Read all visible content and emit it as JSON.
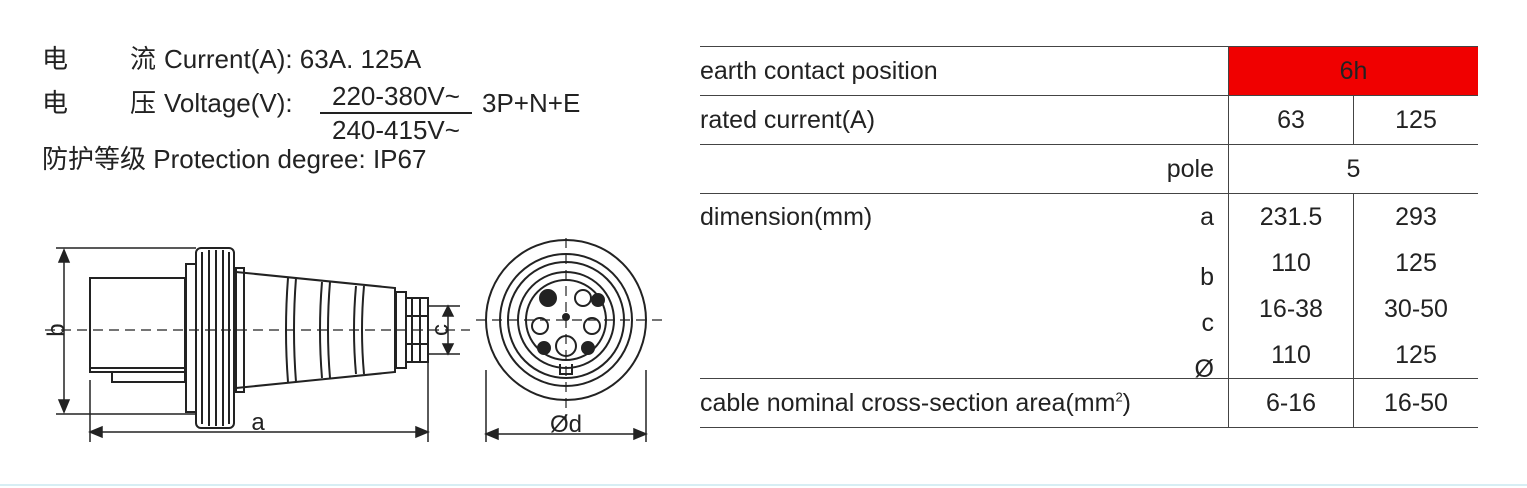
{
  "specs": {
    "current": {
      "zh1": "电",
      "zh2": "流",
      "text": "Current(A): 63A. 125A"
    },
    "voltage": {
      "zh1": "电",
      "zh2": "压",
      "label": "Voltage(V):",
      "num": "220-380V~",
      "den": "240-415V~",
      "phase": "3P+N+E"
    },
    "protection": {
      "zh": "防护等级",
      "text": "Protection degree: IP67"
    }
  },
  "drawing": {
    "label_a": "a",
    "label_b": "b",
    "label_c": "c",
    "label_d": "Ød"
  },
  "table": {
    "earth": {
      "label": "earth contact position",
      "value": "6h"
    },
    "rated": {
      "label": "rated current(A)",
      "v1": "63",
      "v2": "125"
    },
    "pole": {
      "label": "pole",
      "value": "5"
    },
    "dimension": {
      "label": "dimension(mm)",
      "rows": [
        {
          "key": "a",
          "v1": "231.5",
          "v2": "293"
        },
        {
          "key": "b",
          "v1": "110",
          "v2": "125"
        },
        {
          "key": "c",
          "v1": "16-38",
          "v2": "30-50"
        },
        {
          "key": "Ø",
          "v1": "110",
          "v2": "125"
        }
      ]
    },
    "cable": {
      "label": "cable nominal cross-section area(mm",
      "sup": "2",
      "label_end": ")",
      "v1": "6-16",
      "v2": "16-50"
    }
  },
  "colors": {
    "earth_highlight": "#f00000"
  }
}
